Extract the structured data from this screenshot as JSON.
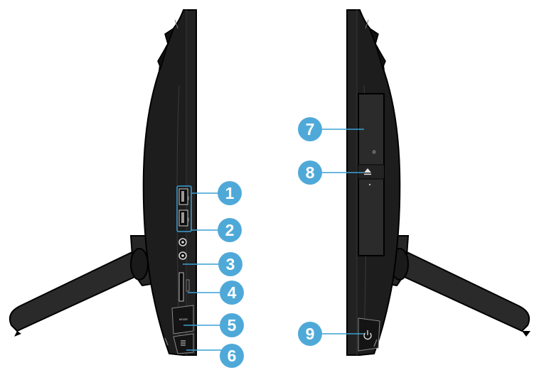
{
  "colors": {
    "callout": "#4fa9d8",
    "callout_text": "#ffffff",
    "body_fill": "#1d1d1d",
    "body_stroke": "#000000",
    "port_outline": "#3aa0d4"
  },
  "left_view": {
    "callouts": [
      {
        "number": "1",
        "icon": "usb-3-port-icon"
      },
      {
        "number": "2",
        "icon": "usb-3-port-icon"
      },
      {
        "number": "3",
        "icon": "microphone-jack-icon"
      },
      {
        "number": "4",
        "icon": "card-reader-slot-icon"
      },
      {
        "number": "5",
        "icon": "mode-button-icon"
      },
      {
        "number": "6",
        "icon": "menu-button-icon"
      }
    ],
    "mode_label": "MODE"
  },
  "right_view": {
    "callouts": [
      {
        "number": "7",
        "icon": "optical-drive-icon"
      },
      {
        "number": "8",
        "icon": "eject-icon"
      },
      {
        "number": "9",
        "icon": "power-icon"
      }
    ]
  }
}
